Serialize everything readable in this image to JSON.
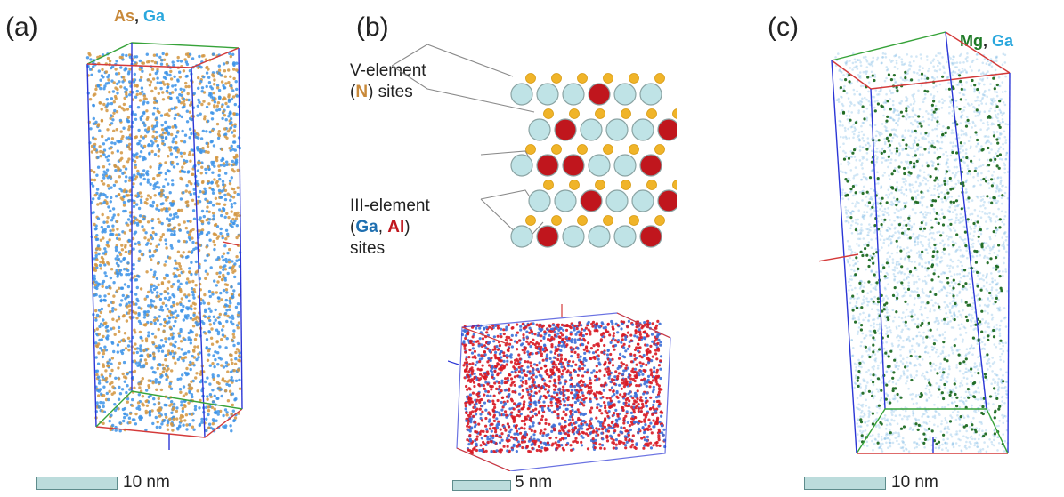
{
  "panels": {
    "a": {
      "label": "(a)",
      "legend": [
        "As",
        "Ga"
      ],
      "separator": ", ",
      "scale": "10 nm",
      "colors": {
        "As": "#d2953f",
        "Ga": "#3c93e8"
      }
    },
    "b": {
      "label": "(b)",
      "v_sites": {
        "line1": "V-element",
        "open": "(",
        "element": "N",
        "close": ") sites"
      },
      "iii_sites": {
        "line1": "III-element",
        "open": "(",
        "el1": "Ga",
        "sep": ", ",
        "el2": "Al",
        "close": ")",
        "line3": "sites"
      },
      "scale": "5 nm",
      "colors": {
        "Ga": "#3c6fd8",
        "Al": "#d81a23",
        "site_light": "#bfe3e6",
        "site_dark": "#c0161d",
        "small": "#f0b429"
      }
    },
    "c": {
      "label": "(c)",
      "legend": [
        "Mg",
        "Ga"
      ],
      "separator": ", ",
      "scale": "10 nm",
      "colors": {
        "Mg": "#1e6a22",
        "Ga": "#7fbbe6"
      }
    }
  }
}
